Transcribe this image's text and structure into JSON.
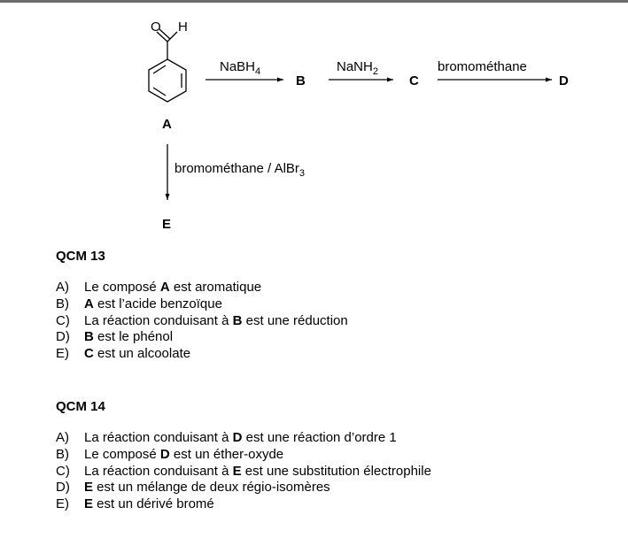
{
  "scheme": {
    "aldehyde_O": "O",
    "aldehyde_H": "H",
    "compound_A": "A",
    "compound_B": "B",
    "compound_C": "C",
    "compound_D": "D",
    "compound_E": "E",
    "reagent_1": "NaBH",
    "reagent_1_sub": "4",
    "reagent_2": "NaNH",
    "reagent_2_sub": "2",
    "reagent_3": "bromométhane",
    "reagent_4": "bromométhane / AlBr",
    "reagent_4_sub": "3"
  },
  "qcm13": {
    "title": "QCM 13",
    "options": [
      {
        "letter": "A)",
        "pre": "Le composé ",
        "bold": "A",
        "post": " est aromatique"
      },
      {
        "letter": "B)",
        "pre": "",
        "bold": "A",
        "post": " est l’acide benzoïque"
      },
      {
        "letter": "C)",
        "pre": "La réaction conduisant à ",
        "bold": "B",
        "post": " est une réduction"
      },
      {
        "letter": "D)",
        "pre": "",
        "bold": "B",
        "post": " est le phénol"
      },
      {
        "letter": "E)",
        "pre": "",
        "bold": "C",
        "post": " est un alcoolate"
      }
    ]
  },
  "qcm14": {
    "title": "QCM 14",
    "options": [
      {
        "letter": "A)",
        "pre": "La réaction conduisant à ",
        "bold": "D",
        "post": " est une réaction d’ordre 1"
      },
      {
        "letter": "B)",
        "pre": "Le composé ",
        "bold": "D",
        "post": " est un éther-oxyde"
      },
      {
        "letter": "C)",
        "pre": "La réaction conduisant à ",
        "bold": "E",
        "post": " est une substitution électrophile"
      },
      {
        "letter": "D)",
        "pre": "",
        "bold": "E",
        "post": " est un mélange de deux régio-isomères"
      },
      {
        "letter": "E)",
        "pre": "",
        "bold": "E",
        "post": " est un dérivé bromé"
      }
    ]
  }
}
